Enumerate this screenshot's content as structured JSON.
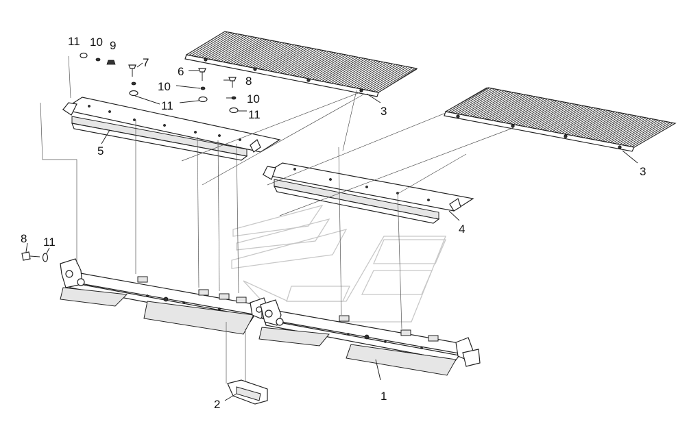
{
  "callouts": {
    "c1": "1",
    "c2": "2",
    "c3a": "3",
    "c3b": "3",
    "c4": "4",
    "c5": "5",
    "c6": "6",
    "c7": "7",
    "c8a": "8",
    "c8b": "8",
    "c9": "9",
    "c10a": "10",
    "c10b": "10",
    "c10c": "10",
    "c11a": "11",
    "c11b": "11",
    "c11c": "11",
    "c11d": "11"
  },
  "colors": {
    "line": "#222222",
    "background": "#ffffff",
    "watermark": "#c8c8c8"
  }
}
